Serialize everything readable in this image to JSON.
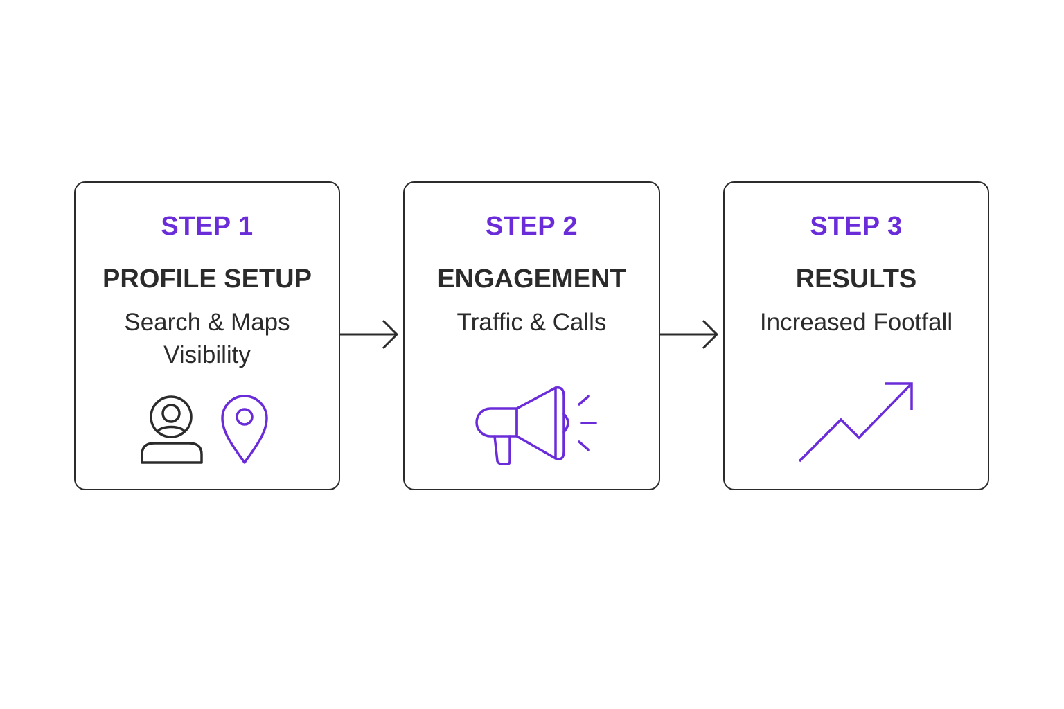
{
  "steps": [
    {
      "step_label": "STEP 1",
      "title": "PROFILE SETUP",
      "subtitle_line1": "Search & Maps",
      "subtitle_line2": "Visibility",
      "icons": [
        "user-profile-icon",
        "map-pin-icon"
      ]
    },
    {
      "step_label": "STEP 2",
      "title": "ENGAGEMENT",
      "subtitle_line1": "Traffic & Calls",
      "icons": [
        "megaphone-icon"
      ]
    },
    {
      "step_label": "STEP 3",
      "title": "RESULTS",
      "subtitle_line1": "Increased Footfall",
      "icons": [
        "trending-up-icon"
      ]
    }
  ],
  "connectors": [
    "arrow-right-icon",
    "arrow-right-icon"
  ],
  "colors": {
    "accent": "#6a2bd9",
    "ink": "#2b2b2b",
    "background": "#ffffff"
  }
}
